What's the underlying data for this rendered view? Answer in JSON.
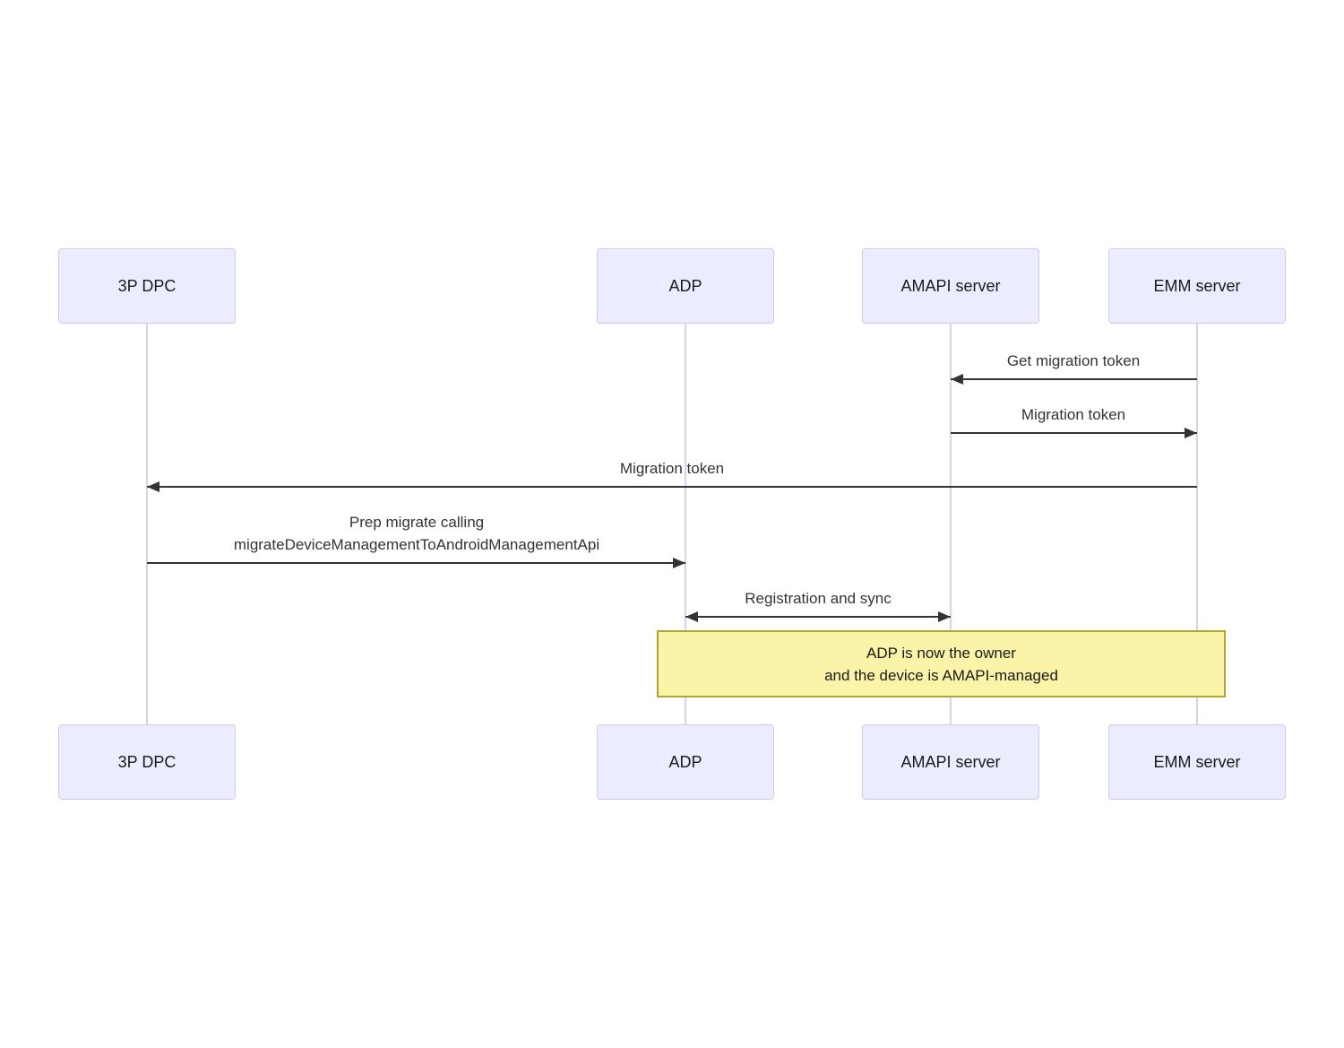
{
  "diagram": {
    "type": "sequence-diagram",
    "actors": [
      {
        "id": "3p-dpc",
        "label": "3P DPC"
      },
      {
        "id": "adp",
        "label": "ADP"
      },
      {
        "id": "amapi-server",
        "label": "AMAPI server"
      },
      {
        "id": "emm-server",
        "label": "EMM server"
      }
    ],
    "messages": [
      {
        "from": "EMM server",
        "to": "AMAPI server",
        "arrow": "left",
        "label": "Get migration token"
      },
      {
        "from": "AMAPI server",
        "to": "EMM server",
        "arrow": "right",
        "label": "Migration token"
      },
      {
        "from": "EMM server",
        "to": "3P DPC",
        "arrow": "left",
        "label": "Migration token"
      },
      {
        "from": "3P DPC",
        "to": "ADP",
        "arrow": "right",
        "label_line1": "Prep migrate calling",
        "label_line2": "migrateDeviceManagementToAndroidManagementApi"
      },
      {
        "from": "ADP",
        "to": "AMAPI server",
        "arrow": "both",
        "label": "Registration and sync"
      }
    ],
    "note": {
      "over": [
        "ADP",
        "EMM server"
      ],
      "line1": "ADP is now the owner",
      "line2": "and the device is AMAPI-managed"
    },
    "colors": {
      "background": "#ffffff",
      "actor_fill": "#ececff",
      "actor_border": "#d2caee",
      "lifeline": "#d8d2ec",
      "arrow": "#333333",
      "message_text": "#333333",
      "note_fill": "#faf3a8",
      "note_border": "#aaaa33"
    }
  }
}
